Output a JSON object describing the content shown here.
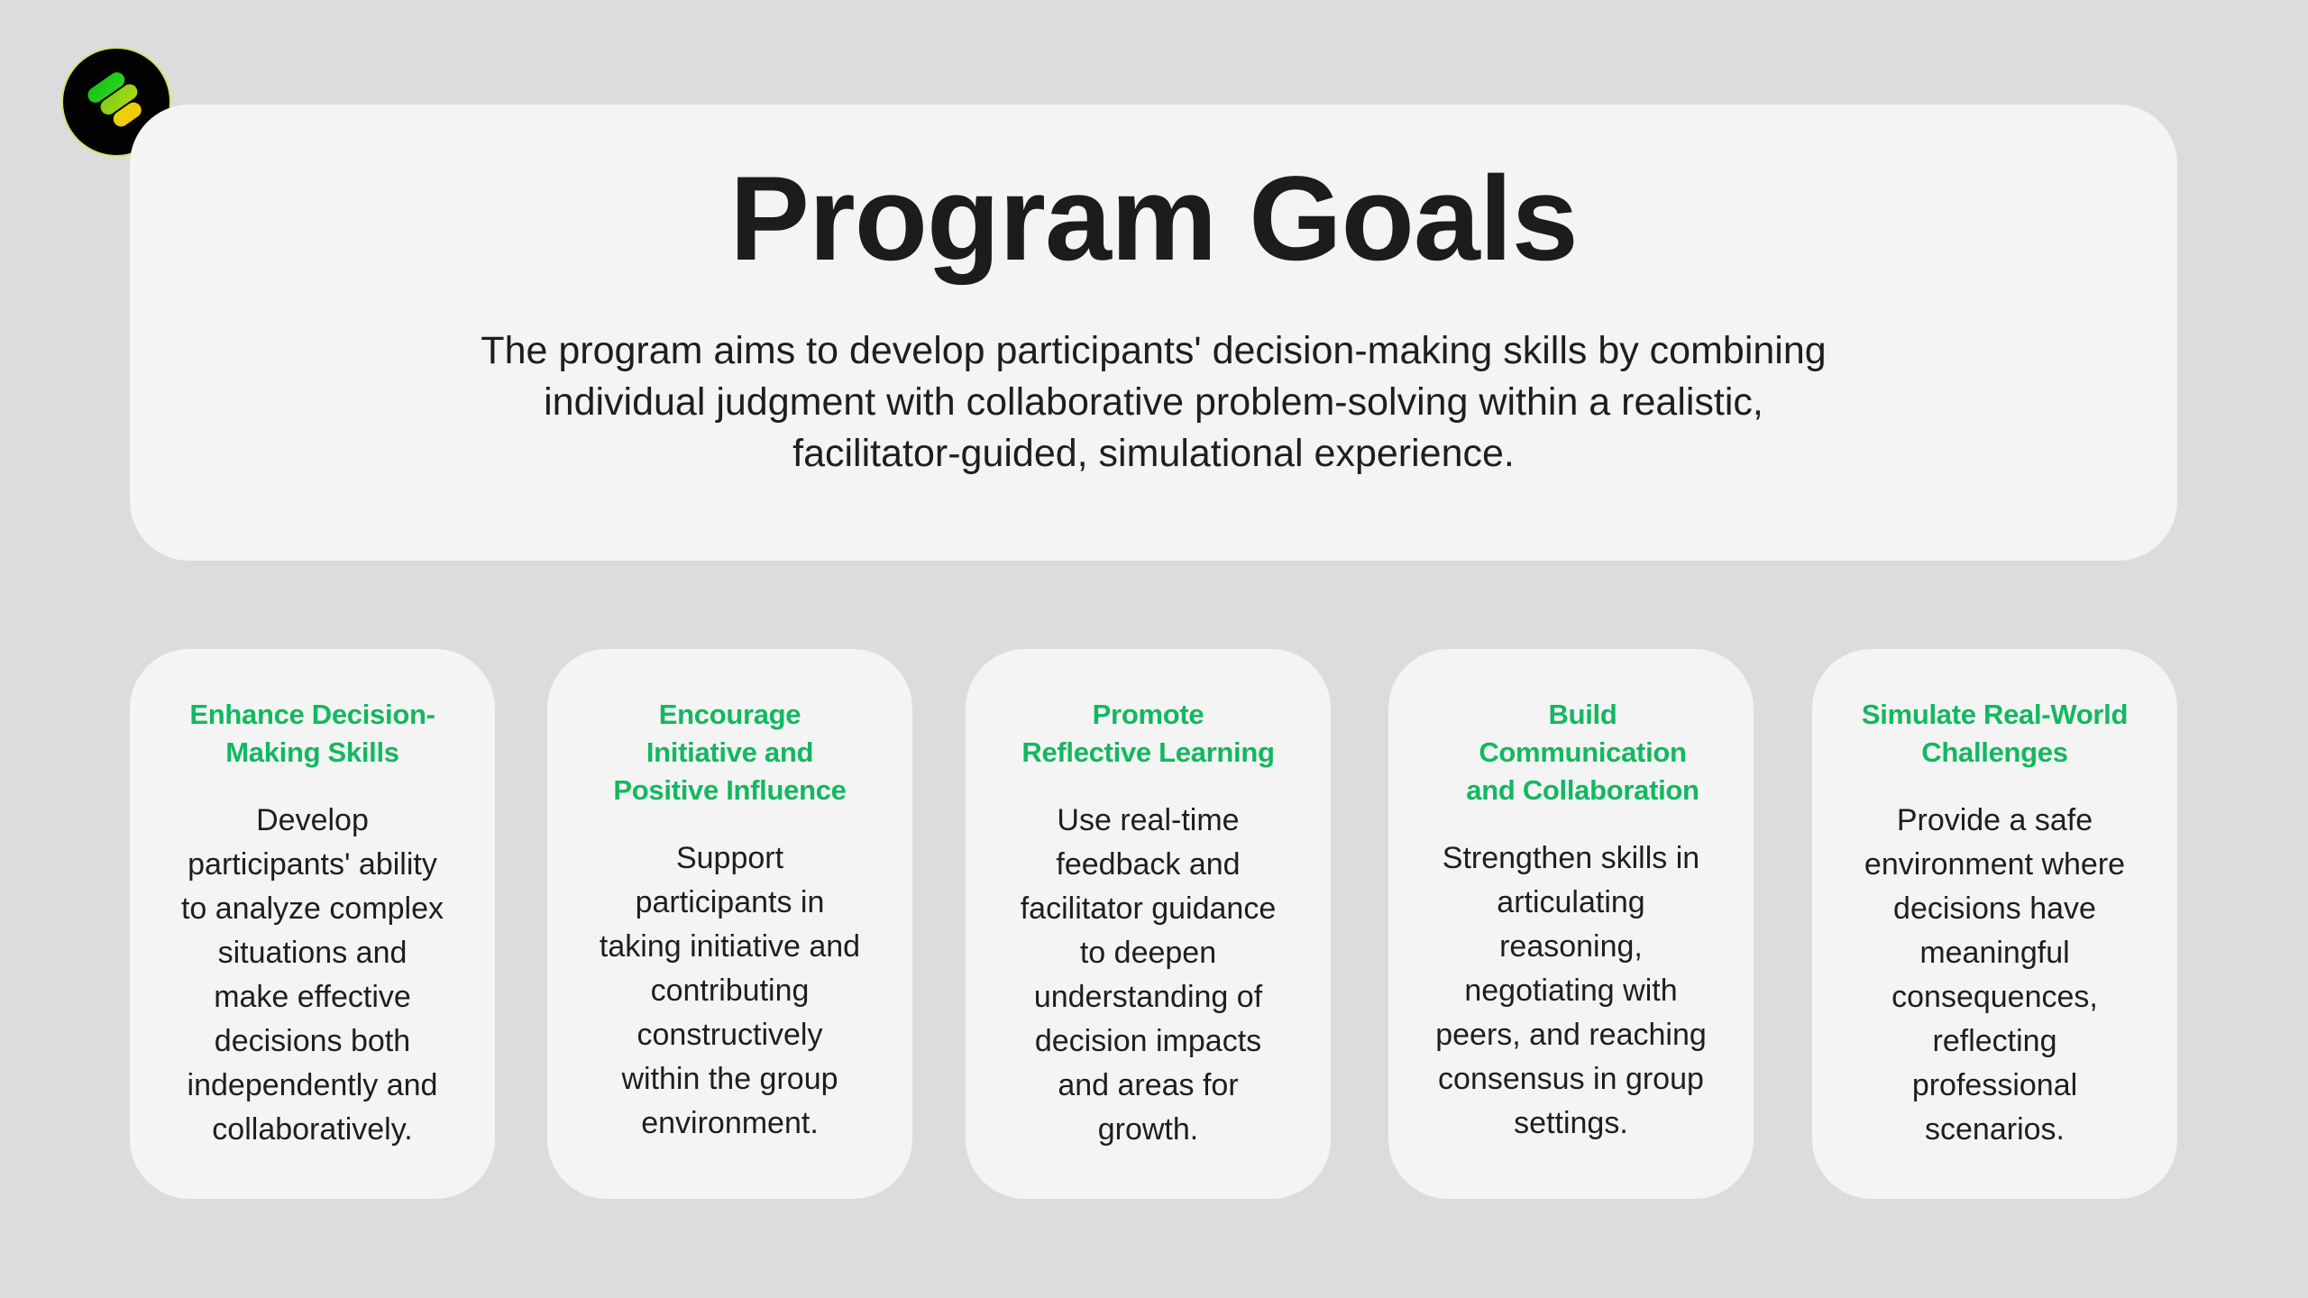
{
  "logo": {
    "icon": "brand-logo-icon",
    "colors": [
      "#22cc22",
      "#a8e010",
      "#f0d000"
    ]
  },
  "header": {
    "title": "Program Goals",
    "intro_lines": [
      "The program aims to develop participants' decision-making skills by combining",
      "individual judgment with collaborative problem-solving within a realistic,",
      "facilitator-guided, simulational experience."
    ]
  },
  "theme": {
    "accent": "#12b85f",
    "background": "#dcdcdc",
    "card": "#f4f4f4",
    "text": "#1e1e1e"
  },
  "goals": [
    {
      "heading_lines": [
        "Enhance Decision-",
        "Making Skills"
      ],
      "body_lines": [
        "Develop",
        "participants' ability",
        "to analyze complex",
        "situations and",
        "make effective",
        "decisions both",
        "independently and",
        "collaboratively."
      ]
    },
    {
      "heading_lines": [
        "Encourage",
        "Initiative and",
        "Positive Influence"
      ],
      "body_lines": [
        "Support",
        "participants in",
        "taking initiative and",
        "contributing",
        "constructively",
        "within the group",
        "environment."
      ]
    },
    {
      "heading_lines": [
        "Promote",
        "Reflective Learning"
      ],
      "body_lines": [
        "Use real-time",
        "feedback and",
        "facilitator guidance",
        "to deepen",
        "understanding of",
        "decision impacts",
        "and areas for",
        "growth."
      ]
    },
    {
      "heading_lines": [
        "Build",
        "Communication",
        "and Collaboration"
      ],
      "body_lines": [
        "Strengthen skills in",
        "articulating",
        "reasoning,",
        "negotiating with",
        "peers, and reaching",
        "consensus in group",
        "settings."
      ]
    },
    {
      "heading_lines": [
        "Simulate Real-World",
        "Challenges"
      ],
      "body_lines": [
        "Provide a safe",
        "environment where",
        "decisions have",
        "meaningful",
        "consequences,",
        "reflecting",
        "professional",
        "scenarios."
      ]
    }
  ]
}
